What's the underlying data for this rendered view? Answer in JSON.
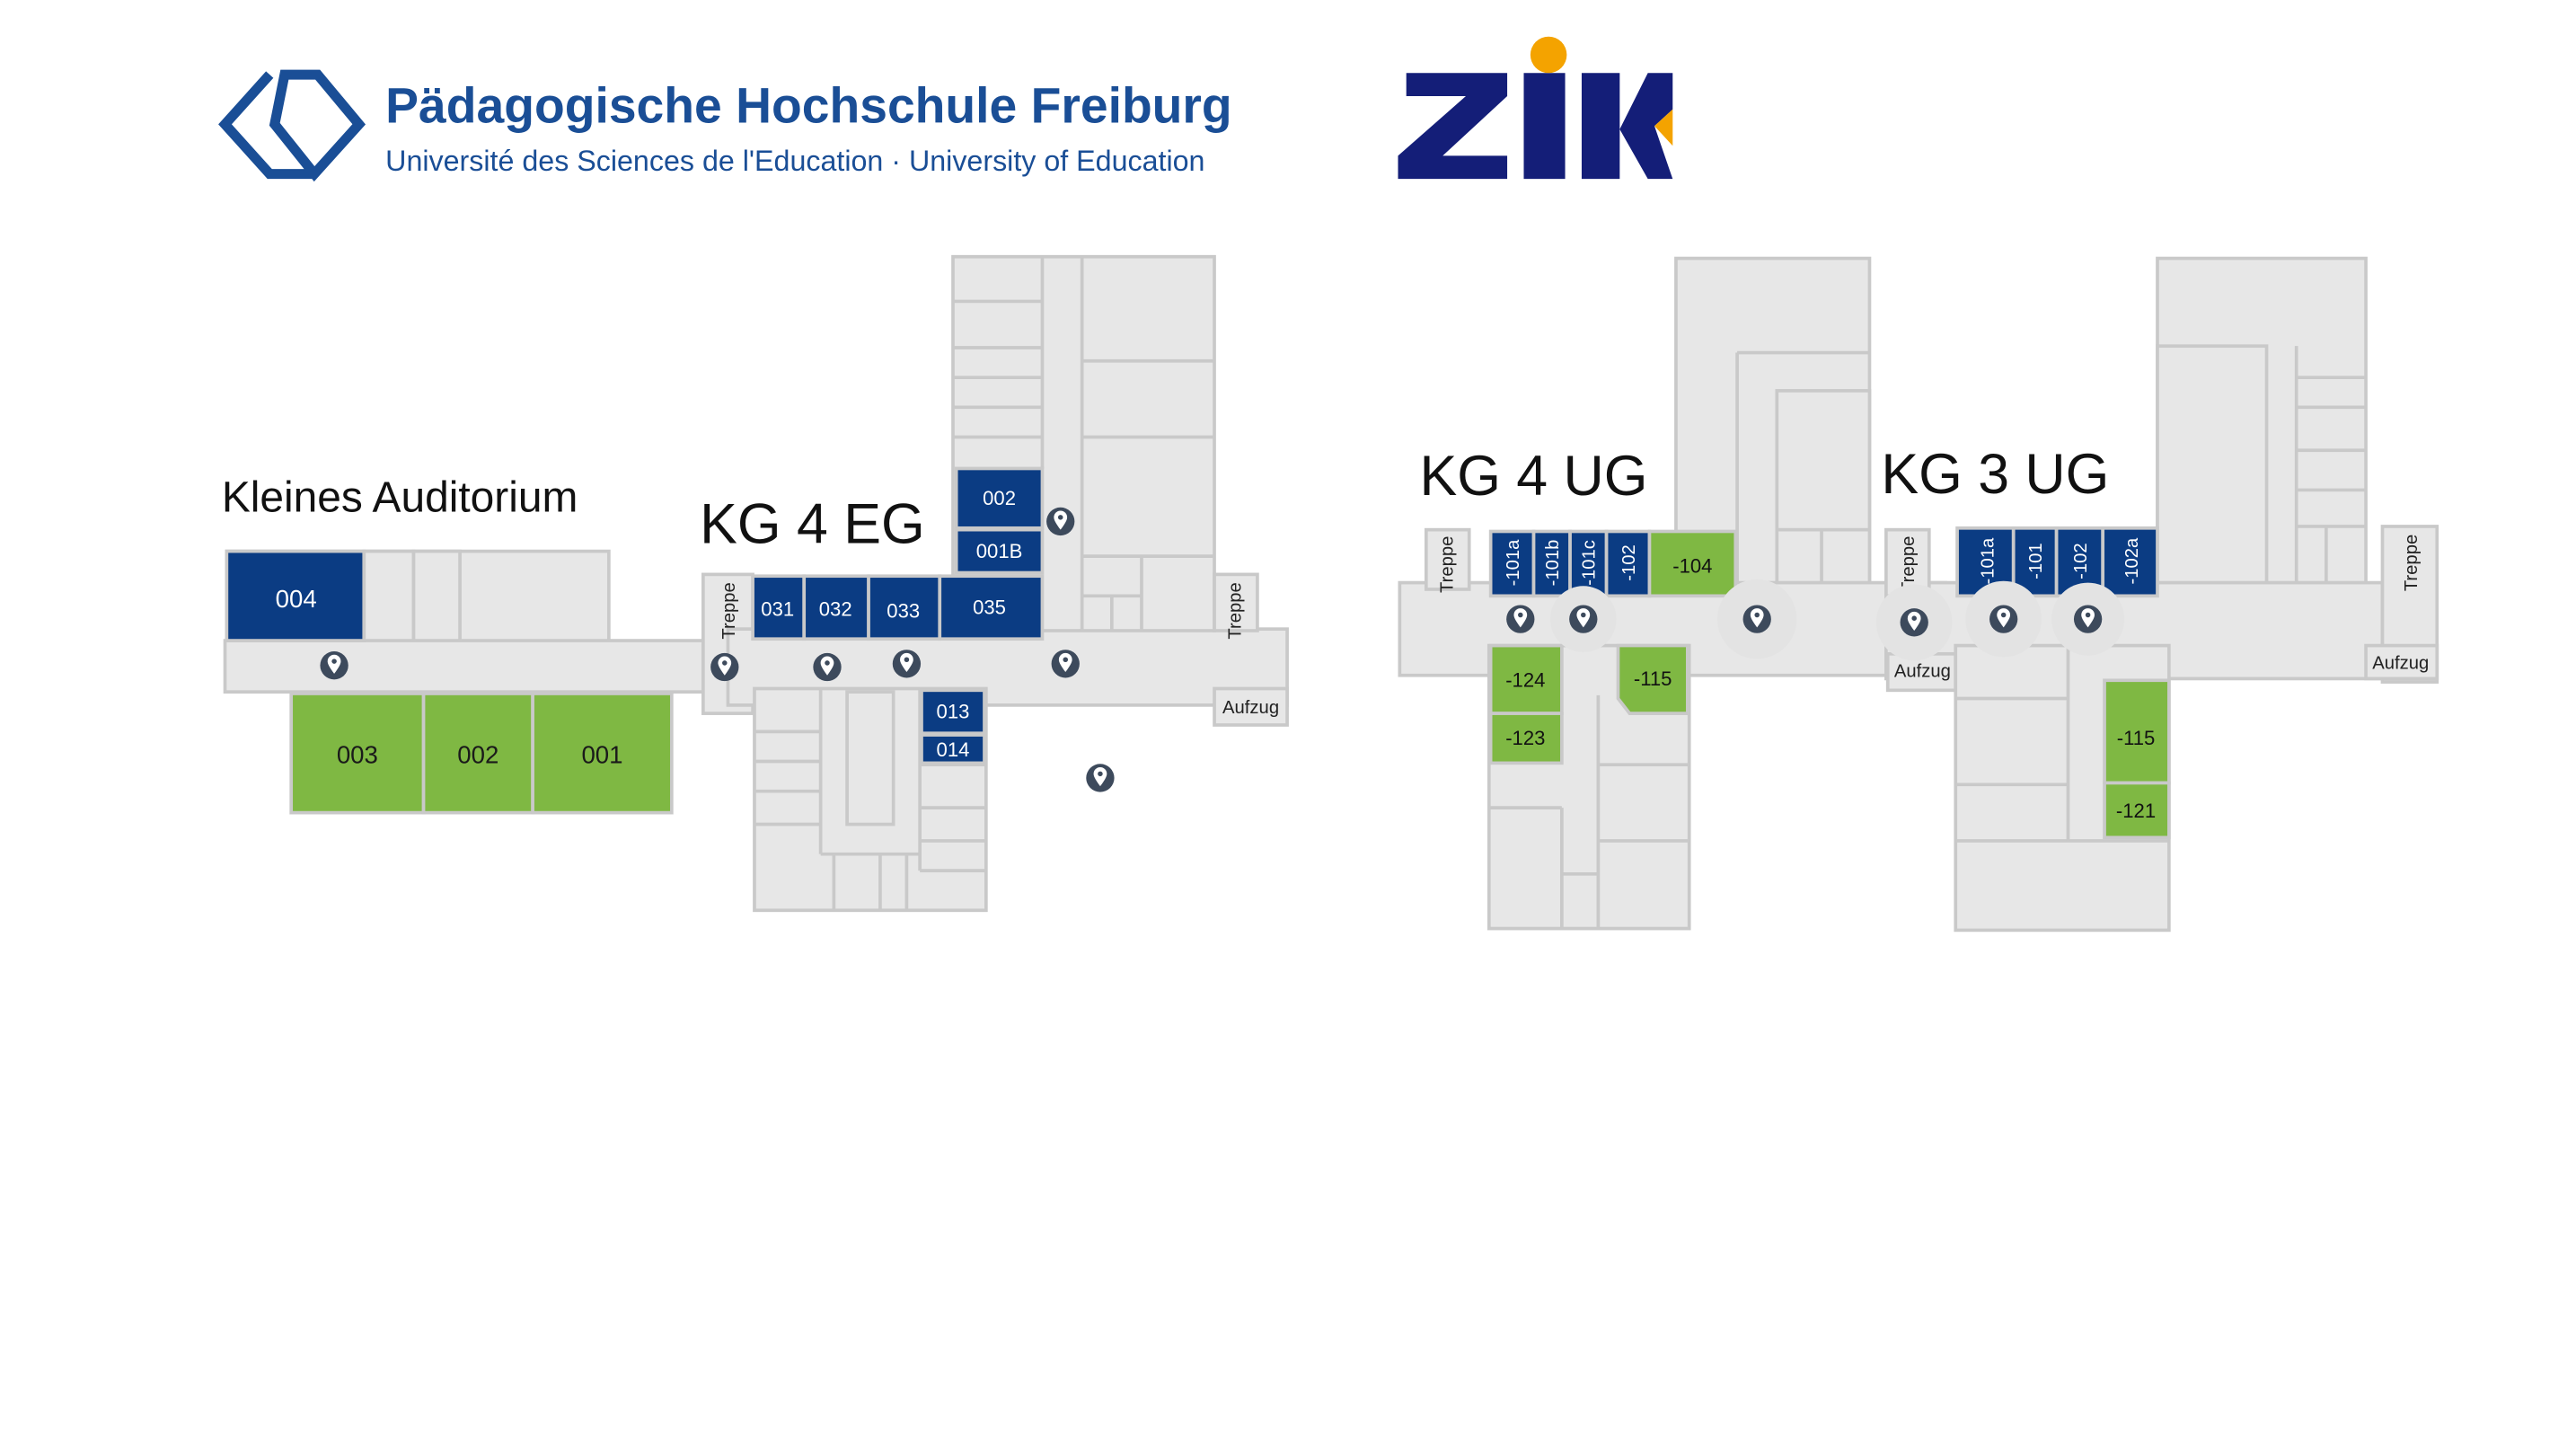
{
  "header": {
    "ph_title": "Pädagogische Hochschule Freiburg",
    "ph_subtitle": "Université des Sciences de l'Education · University of Education",
    "zik_logo_text": "ZIK"
  },
  "colors": {
    "blue": "#0b3c83",
    "green": "#7fb843",
    "floor": "#e7e7e7",
    "wall": "#c9c9c9",
    "ph_blue": "#1a4e96",
    "zik_navy": "#141e78",
    "zik_orange": "#f4a300"
  },
  "floors": {
    "auditorium": {
      "label": "Kleines Auditorium"
    },
    "kg4eg": {
      "label": "KG 4 EG"
    },
    "kg4ug": {
      "label": "KG 4 UG"
    },
    "kg3ug": {
      "label": "KG 3 UG"
    }
  },
  "rooms": {
    "r004": "004",
    "r003": "003",
    "r002a": "002",
    "r001a": "001",
    "r002b": "002",
    "r001B": "001B",
    "r031": "031",
    "r032": "032",
    "r033": "033",
    "r035": "035",
    "r013": "013",
    "r014": "014",
    "m101a": "-101a",
    "m101b": "-101b",
    "m101c": "-101c",
    "m102": "-102",
    "m104": "-104",
    "m124": "-124",
    "m123": "-123",
    "m115a": "-115",
    "n101a": "-101a",
    "n101": "-101",
    "n102": "-102",
    "n102a": "-102a",
    "n115": "-115",
    "n121": "-121"
  },
  "facilities": {
    "treppe_1": "Treppe",
    "treppe_2": "Treppe",
    "aufzug_1": "Aufzug",
    "treppe_3": "Treppe",
    "treppe_4": "Treppe",
    "treppe_5": "Treppe",
    "aufzug_2": "Aufzug",
    "aufzug_3": "Aufzug"
  },
  "icons": {
    "marker": "location-pin-icon",
    "ph_logo": "diamond-logo-icon",
    "zik_logo": "zik-logo-icon"
  }
}
